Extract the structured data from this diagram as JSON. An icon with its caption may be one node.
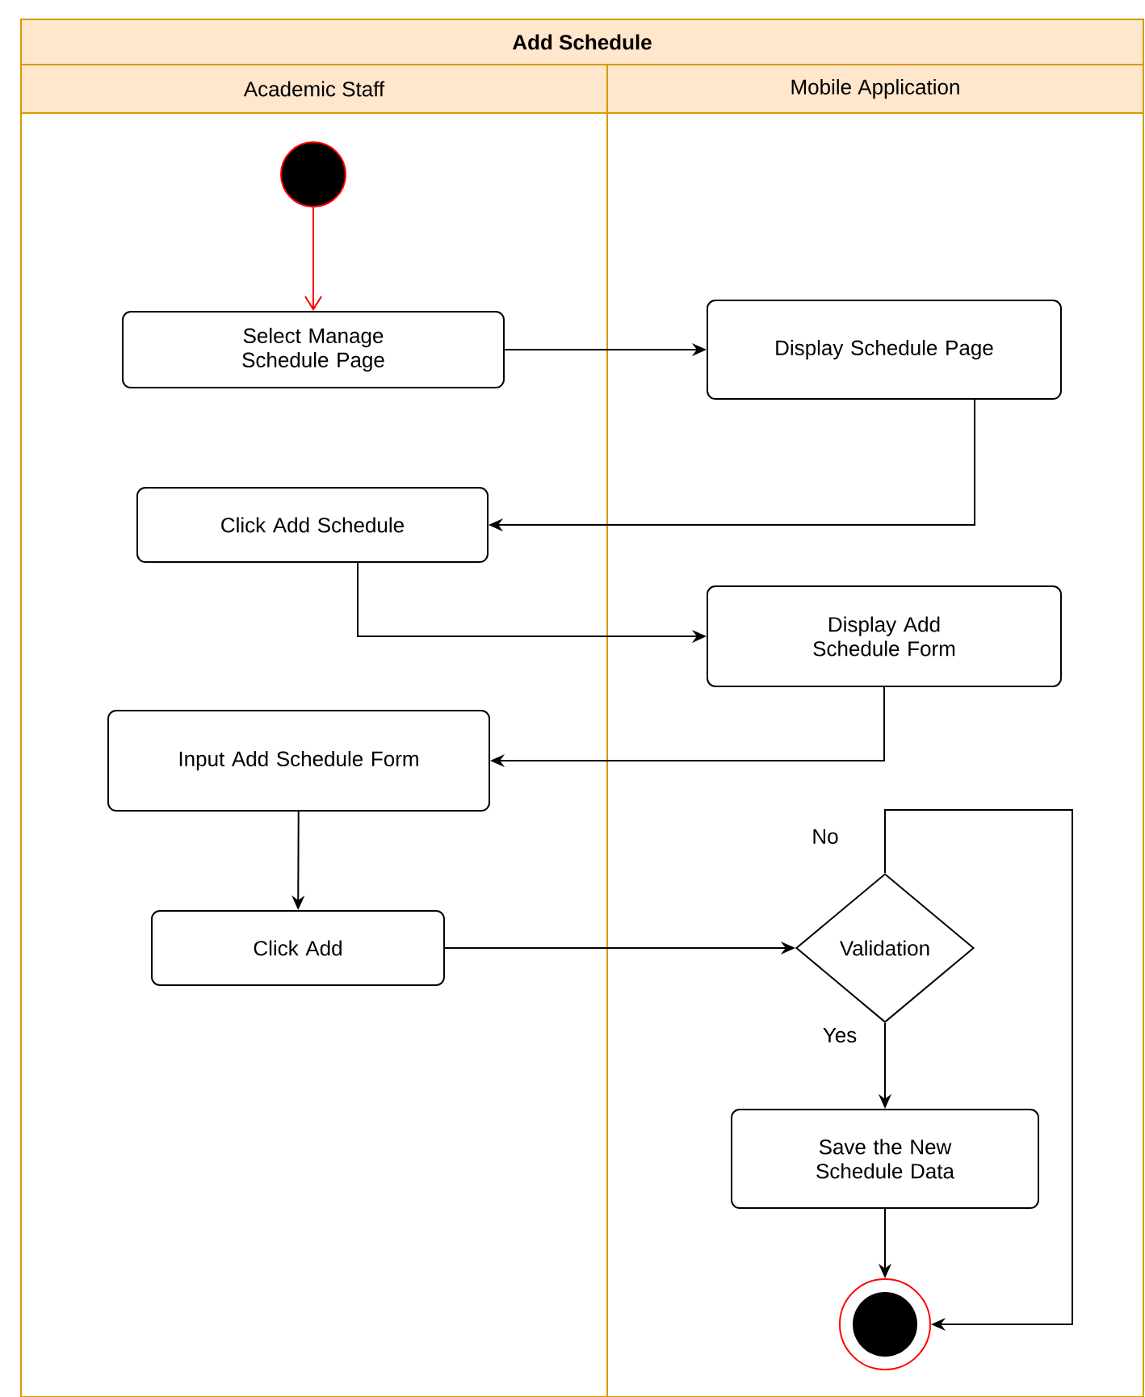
{
  "diagram": {
    "nodes": [
      {
        "text": [
          "Add Schedule"
        ]
      },
      {
        "text": [
          "Academic Staff"
        ]
      },
      {
        "text": [
          "Mobile Application"
        ]
      },
      {
        "text": [],
        "shape": "circle",
        "in": 1
      },
      {
        "text": [
          "Select Manage Schedule Page"
        ],
        "in": 1
      },
      {
        "text": [
          "Display Schedule Page"
        ],
        "in": 2
      },
      {
        "text": [
          "Click Add Schedule"
        ],
        "in": 1
      },
      {
        "text": [
          "Display Add Schedule Form"
        ],
        "in": 2
      },
      {
        "text": [
          "Input Add Schedule Form"
        ],
        "in": 1
      },
      {
        "text": [
          "Click Add"
        ],
        "in": 1
      },
      {
        "text": [
          "Validation"
        ],
        "in": 2
      },
      {
        "text": [
          "Save the New Schedule Data"
        ],
        "in": 2
      },
      {
        "text": [],
        "shape": "circle",
        "in": 2
      }
    ],
    "edges": [
      {
        "from": 3,
        "to": 4,
        "arrow": "to",
        "color": "#ff0000"
      },
      {
        "from": 4,
        "to": 5,
        "arrow": "to"
      },
      {
        "from": 5,
        "to": 6,
        "arrow": "to"
      },
      {
        "from": 6,
        "to": 7,
        "arrow": "to"
      },
      {
        "from": 7,
        "to": 8,
        "arrow": "to"
      },
      {
        "from": 8,
        "to": 9,
        "arrow": "to"
      },
      {
        "from": 9,
        "to": 10,
        "arrow": "to"
      },
      {
        "from": 10,
        "to": 11,
        "label": "Yes",
        "arrow": "to"
      },
      {
        "from": 10,
        "to": 12,
        "label": "No",
        "arrow": "to"
      },
      {
        "from": 11,
        "to": 12,
        "arrow": "to"
      }
    ]
  }
}
